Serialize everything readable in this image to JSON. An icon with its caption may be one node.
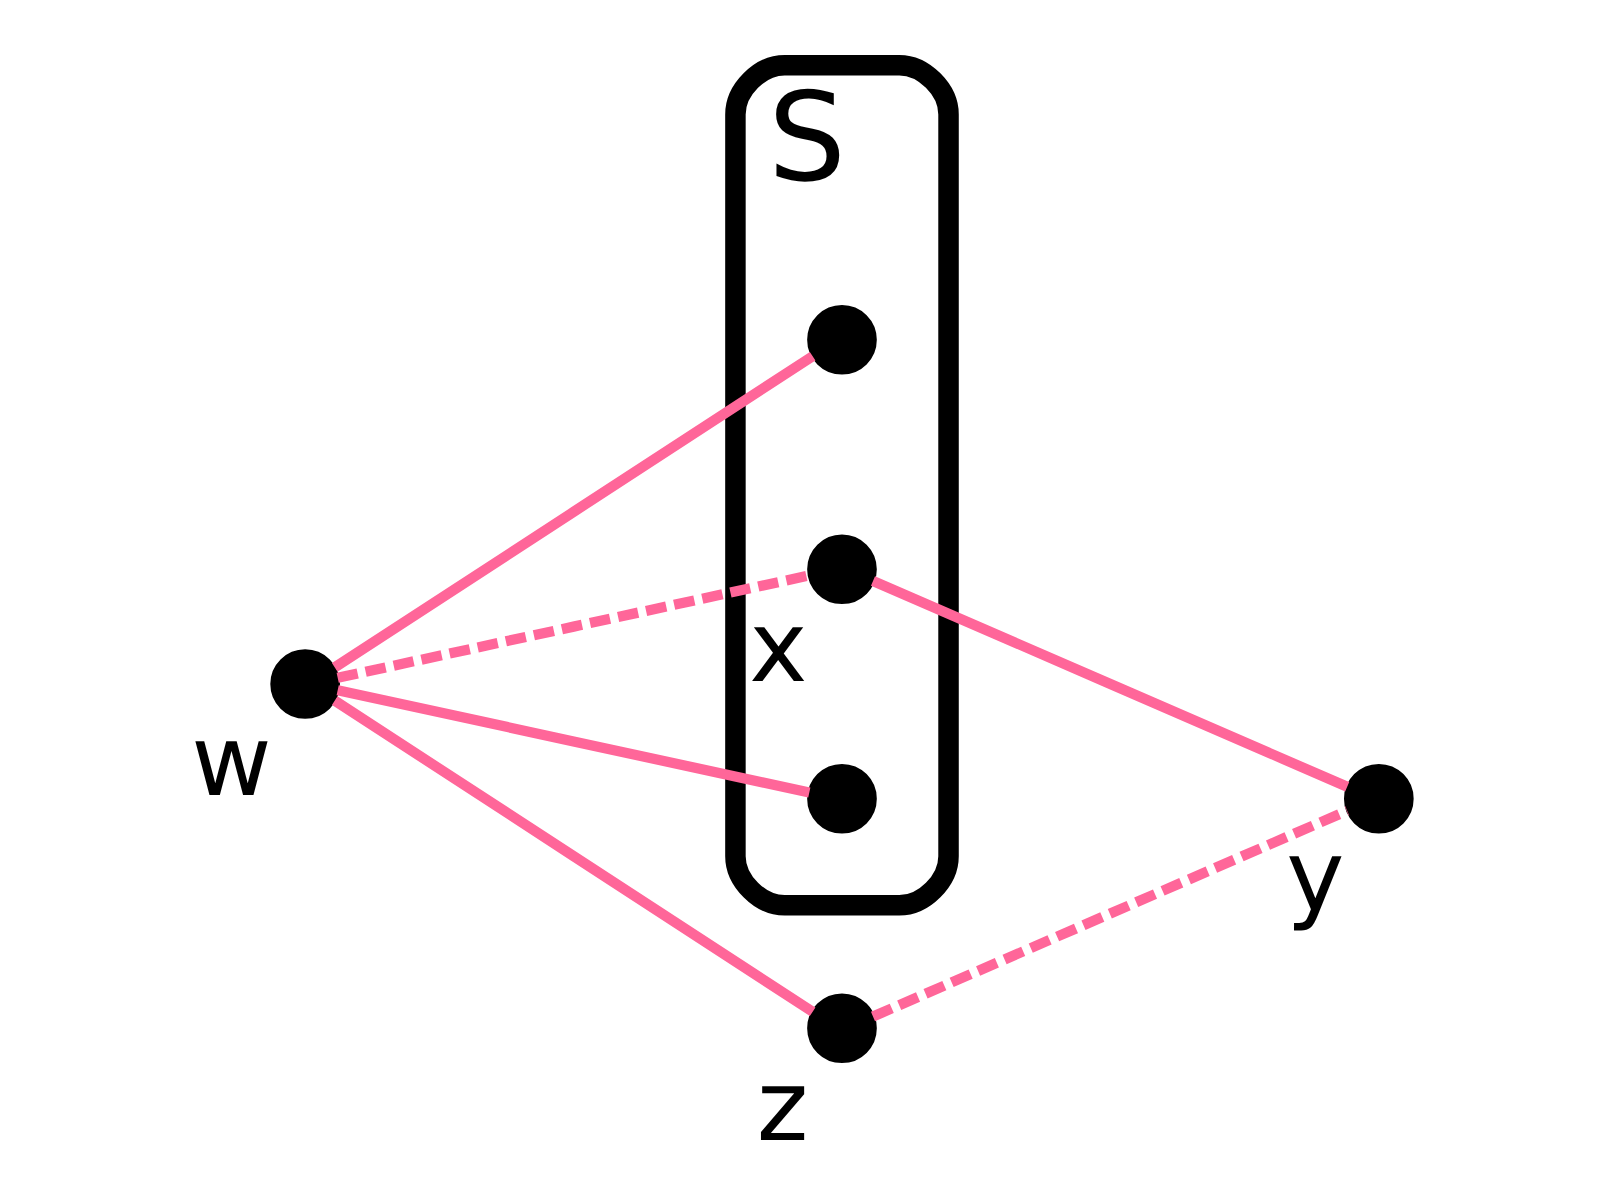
{
  "diagram": {
    "nodes": [
      {
        "text": [
          "S"
        ]
      },
      {
        "text": [],
        "shape": "circle",
        "in": 0
      },
      {
        "text": [
          "x"
        ],
        "in": 0
      },
      {
        "text": [
          "w"
        ]
      },
      {
        "text": [
          "y"
        ]
      },
      {
        "text": [],
        "shape": "circle",
        "in": 0
      },
      {
        "text": [
          "z"
        ]
      }
    ],
    "edges": [
      {
        "from": 3,
        "to": 1,
        "arrow": "none"
      },
      {
        "from": 3,
        "to": 2,
        "arrow": "none",
        "style": "dashed"
      },
      {
        "from": 3,
        "to": 5,
        "arrow": "none"
      },
      {
        "from": 3,
        "to": 6,
        "arrow": "none"
      },
      {
        "from": 2,
        "to": 4,
        "arrow": "none"
      },
      {
        "from": 6,
        "to": 4,
        "arrow": "none",
        "style": "dashed"
      }
    ]
  }
}
